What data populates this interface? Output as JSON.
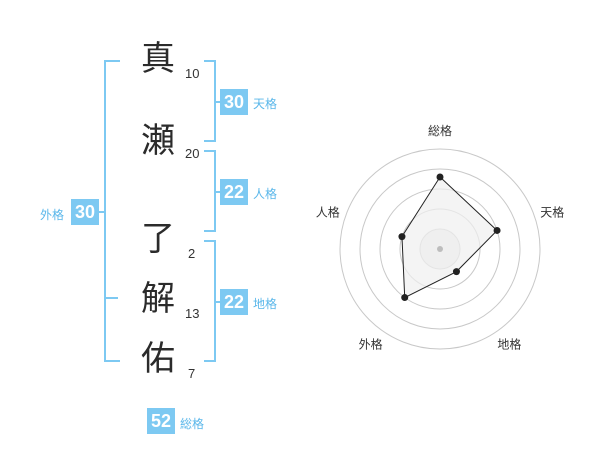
{
  "characters": [
    {
      "char": "真",
      "strokes": "10"
    },
    {
      "char": "瀬",
      "strokes": "20"
    },
    {
      "char": "了",
      "strokes": "2"
    },
    {
      "char": "解",
      "strokes": "13"
    },
    {
      "char": "佑",
      "strokes": "7"
    }
  ],
  "scores": {
    "tenkaku": {
      "value": "30",
      "label": "天格"
    },
    "jinkaku": {
      "value": "22",
      "label": "人格"
    },
    "chikaku": {
      "value": "22",
      "label": "地格"
    },
    "gaikaku": {
      "value": "30",
      "label": "外格"
    },
    "soukaku": {
      "value": "52",
      "label": "総格"
    }
  },
  "radar": {
    "axes": [
      "総格",
      "天格",
      "地格",
      "外格",
      "人格"
    ],
    "values": [
      0.72,
      0.6,
      0.28,
      0.6,
      0.4
    ],
    "colors": {
      "ring": "#c8c8c8",
      "fill": "#efefef",
      "line": "#222222",
      "center": "#bdbdbd"
    }
  }
}
